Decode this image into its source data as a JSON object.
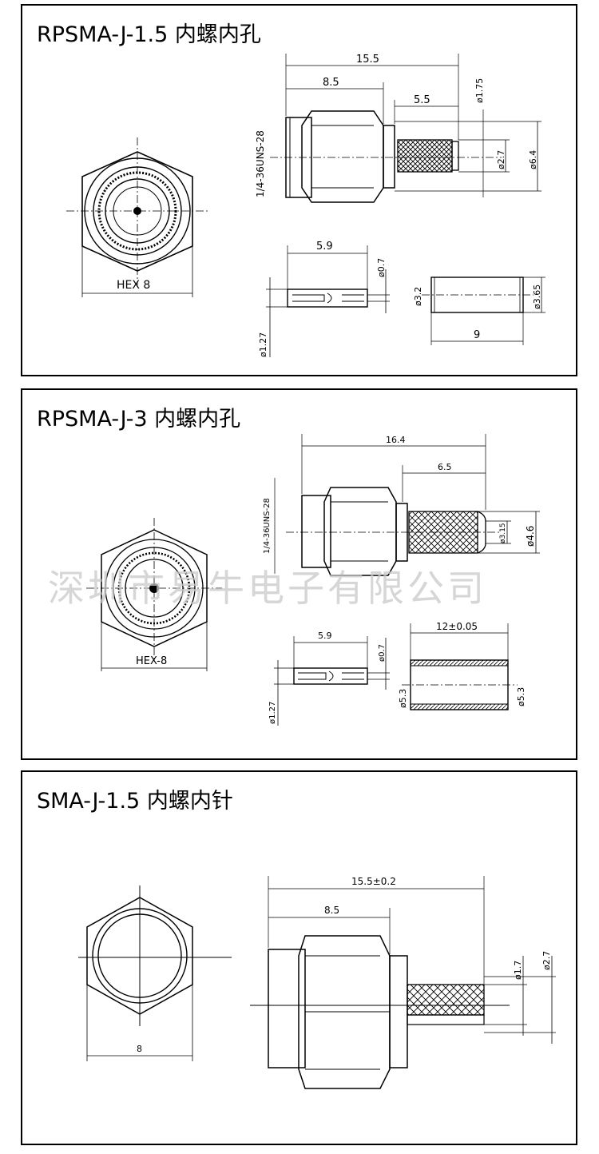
{
  "watermark": "深圳市易牛电子有限公司",
  "panels": [
    {
      "title": "RPSMA-J-1.5 内螺内孔",
      "front_label": "HEX 8",
      "dims": {
        "overall": "15.5",
        "body": "8.5",
        "crimp": "5.5",
        "thread": "1/4-36UNS-28",
        "d_pin": "ø1.75",
        "d_inner": "ø2.7",
        "d_outer": "ø6.4",
        "contact_len": "5.9",
        "contact_d": "ø0.7",
        "contact_d2": "ø1.27",
        "ferrule_d1": "ø3.2",
        "ferrule_d2": "ø3.65",
        "ferrule_len": "9"
      }
    },
    {
      "title": "RPSMA-J-3 内螺内孔",
      "front_label": "HEX-8",
      "dims": {
        "overall": "16.4",
        "crimp": "6.5",
        "thread": "1/4-36UNS-28",
        "d_inner": "ø3.15",
        "d_outer": "ø4.6",
        "contact_len": "5.9",
        "contact_d": "ø0.7",
        "contact_d2": "ø1.27",
        "ferrule_len": "12±0.05",
        "ferrule_d1": "ø5.3",
        "ferrule_d2": "ø5.3"
      }
    },
    {
      "title": "SMA-J-1.5 内螺内针",
      "front_label": "8",
      "dims": {
        "overall": "15.5±0.2",
        "body": "8.5",
        "d_pin": "ø1.7",
        "d_inner": "ø2.7"
      }
    }
  ]
}
